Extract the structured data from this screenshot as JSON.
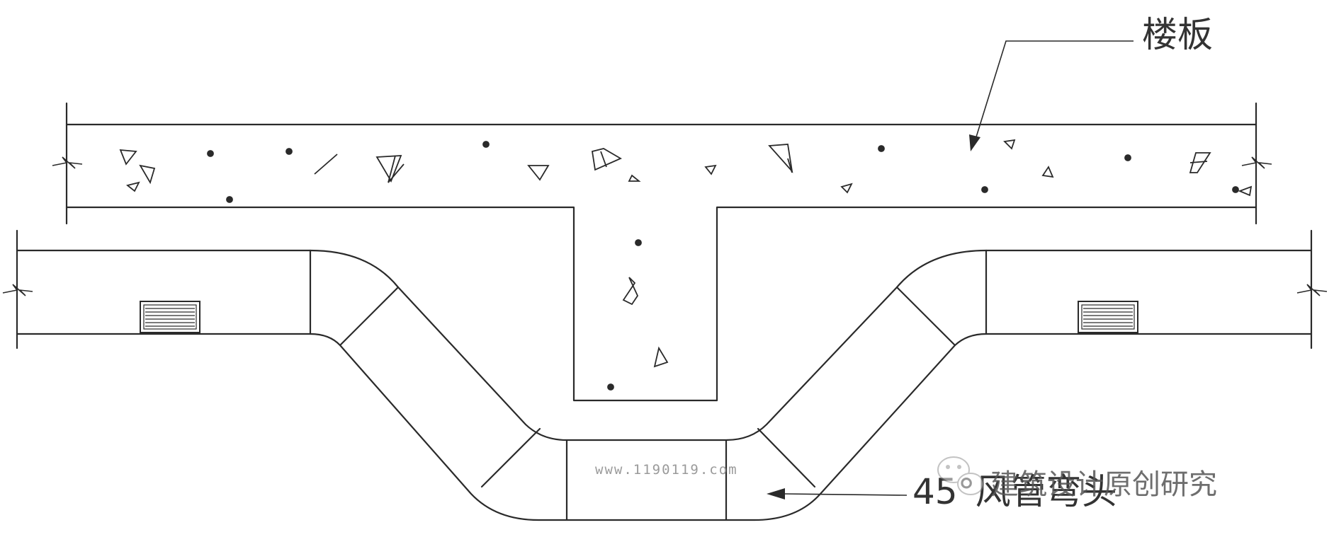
{
  "labels": {
    "slab": "楼板",
    "elbow_fitting": "45°风管弯头",
    "watermark_site": "www.1190119.com",
    "wechat_account": "建筑设计原创研究"
  },
  "colors": {
    "line": "#2a2a2a",
    "background": "#ffffff",
    "watermark": "#9a9a9a"
  },
  "icons": {
    "wechat_logo": "wechat-icon",
    "air_grille": "grille-icon"
  }
}
